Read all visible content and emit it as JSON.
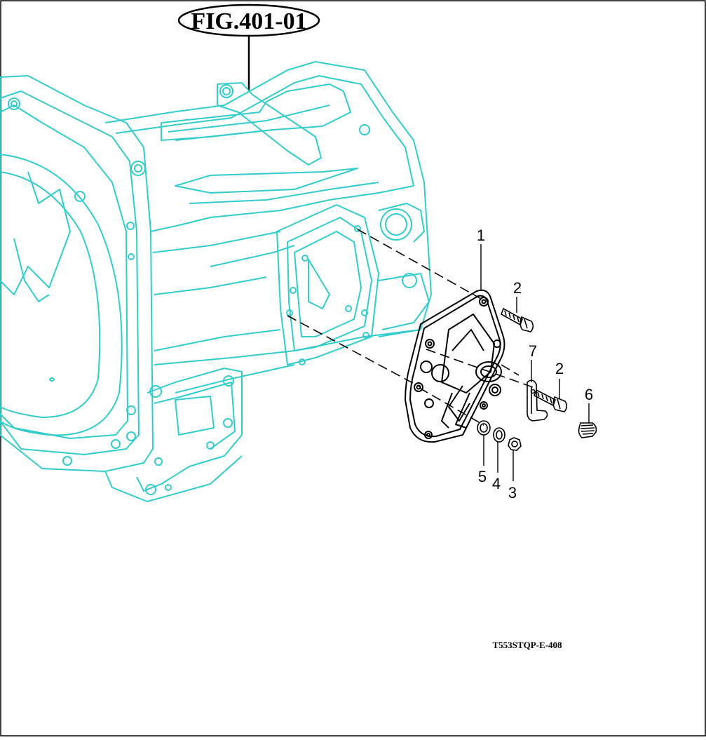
{
  "figure": {
    "label": "FIG.401-01",
    "drawing_number": "T553STQP-E-408"
  },
  "colors": {
    "housing_outline": "#33cccc",
    "part_outline": "#000000",
    "background": "#ffffff",
    "frame": "#000000"
  },
  "callouts": [
    {
      "id": "c1",
      "number": "1"
    },
    {
      "id": "c2a",
      "number": "2"
    },
    {
      "id": "c2b",
      "number": "2"
    },
    {
      "id": "c3",
      "number": "3"
    },
    {
      "id": "c4",
      "number": "4"
    },
    {
      "id": "c5",
      "number": "5"
    },
    {
      "id": "c6",
      "number": "6"
    },
    {
      "id": "c7",
      "number": "7"
    }
  ]
}
